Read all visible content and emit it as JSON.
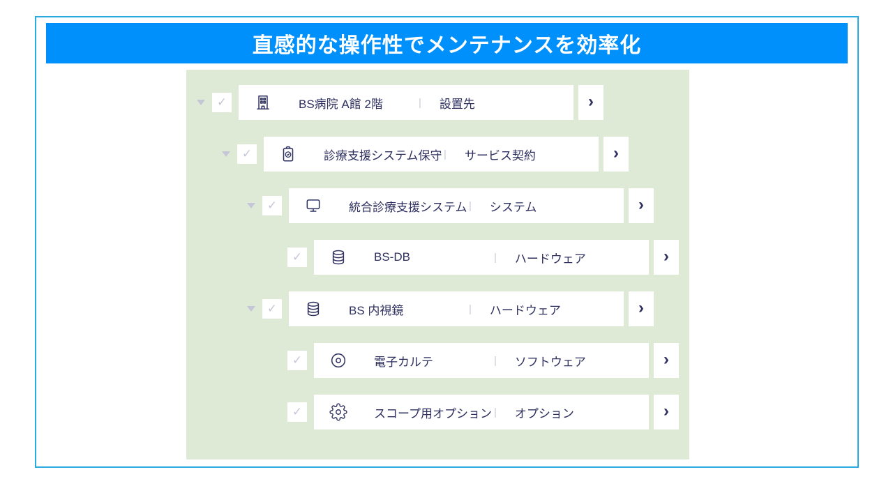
{
  "header": {
    "title": "直感的な操作性でメンテナンスを効率化"
  },
  "colors": {
    "header_blue": "#0090fb",
    "frame_border_blue": "#29abe2",
    "panel_green": "#dfead6",
    "navy_text": "#2e3060",
    "muted_gray": "#c5c7d8"
  },
  "tree": {
    "separator": "|",
    "check_glyph": "✓",
    "chevron_glyph": "›",
    "rows": [
      {
        "name": "BS病院 A館 2階",
        "type": "設置先",
        "icon": "building-icon",
        "level": 0,
        "caret": true,
        "checked": true
      },
      {
        "name": "診療支援システム保守",
        "type": "サービス契約",
        "icon": "clipboard-check-icon",
        "level": 1,
        "caret": true,
        "checked": true
      },
      {
        "name": "統合診療支援システム",
        "type": "システム",
        "icon": "monitor-icon",
        "level": 2,
        "caret": true,
        "checked": true
      },
      {
        "name": "BS-DB",
        "type": "ハードウェア",
        "icon": "database-icon",
        "level": 3,
        "caret": false,
        "checked": true
      },
      {
        "name": "BS 内視鏡",
        "type": "ハードウェア",
        "icon": "database-icon",
        "level": 2,
        "caret": true,
        "checked": true
      },
      {
        "name": "電子カルテ",
        "type": "ソフトウェア",
        "icon": "disc-icon",
        "level": 3,
        "caret": false,
        "checked": true
      },
      {
        "name": "スコープ用オプション",
        "type": "オプション",
        "icon": "gear-icon",
        "level": 3,
        "caret": false,
        "checked": true
      }
    ]
  }
}
